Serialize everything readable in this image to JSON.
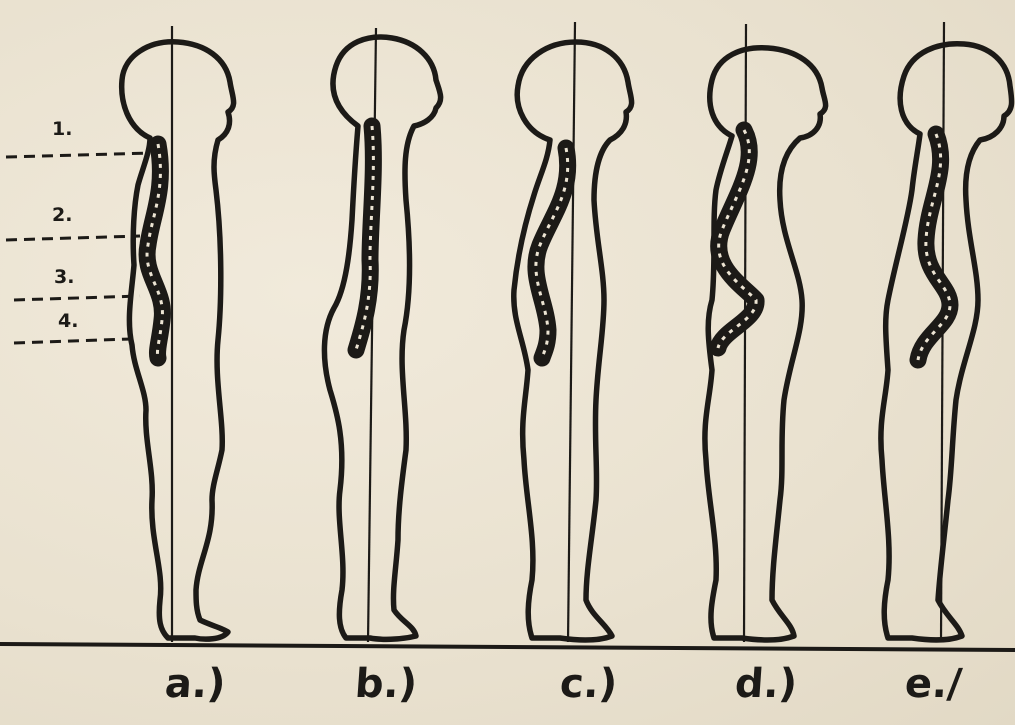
{
  "level_markers": [
    "1.",
    "2.",
    "3.",
    "4."
  ],
  "figure_labels": [
    "a.)",
    "b.)",
    "c.)",
    "d.)",
    "e./"
  ],
  "figures": [
    {
      "id": "a",
      "spine_shape": "normal S-curve with marked levels"
    },
    {
      "id": "b",
      "spine_shape": "flat back"
    },
    {
      "id": "c",
      "spine_shape": "sway back"
    },
    {
      "id": "d",
      "spine_shape": "increased kyphosis and lordosis"
    },
    {
      "id": "e",
      "spine_shape": "kyphotic / forward-bent"
    }
  ]
}
